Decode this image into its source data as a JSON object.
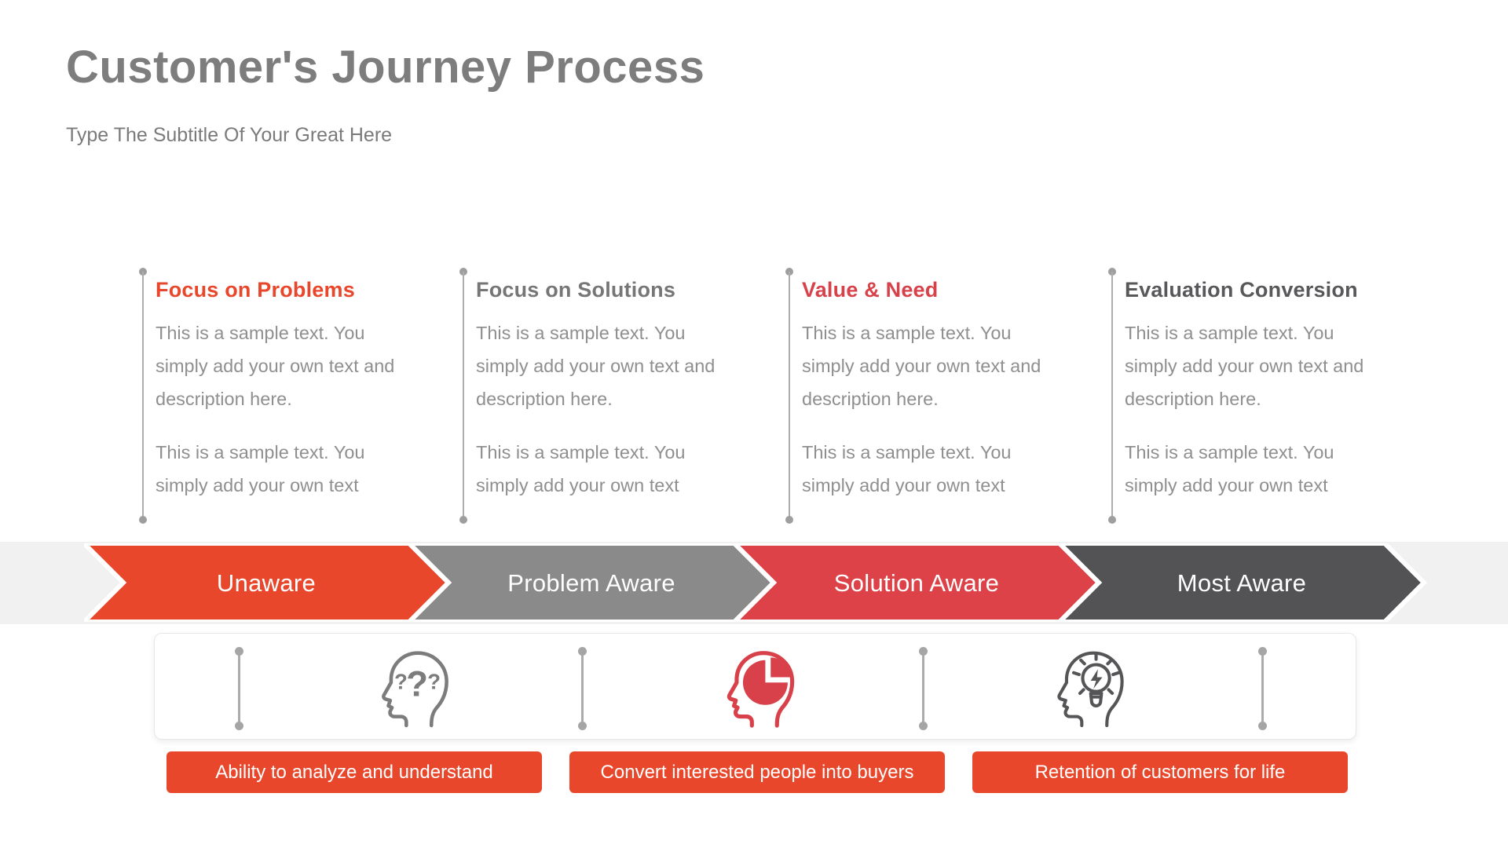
{
  "header": {
    "title": "Customer's Journey Process",
    "subtitle": "Type The Subtitle Of Your Great Here"
  },
  "columns": [
    {
      "heading": "Focus on Problems",
      "heading_color": "#e8472b",
      "para1": "This is a sample text. You simply add your own text and description here.",
      "para2": "This is a sample text. You simply add your own text"
    },
    {
      "heading": "Focus on Solutions",
      "heading_color": "#767676",
      "para1": "This is a sample text. You simply add your own text and description here.",
      "para2": "This is a sample text. You simply add your own text"
    },
    {
      "heading": "Value & Need",
      "heading_color": "#d8414a",
      "para1": "This is a sample text. You simply add your own text and description here.",
      "para2": "This is a sample text. You simply add your own text"
    },
    {
      "heading": "Evaluation Conversion",
      "heading_color": "#58585a",
      "para1": "This is a sample text. You simply add your own text and description here.",
      "para2": "This is a sample text. You simply add your own text"
    }
  ],
  "stages": [
    {
      "label": "Unaware",
      "color": "#e8472b"
    },
    {
      "label": "Problem Aware",
      "color": "#8a8a8a"
    },
    {
      "label": "Solution Aware",
      "color": "#dc4247"
    },
    {
      "label": "Most Aware",
      "color": "#535355"
    }
  ],
  "icons": [
    {
      "name": "head-questions-icon",
      "color": "#7c7c7c"
    },
    {
      "name": "head-pie-icon",
      "color": "#d8414a"
    },
    {
      "name": "head-bulb-icon",
      "color": "#555557"
    }
  ],
  "buttons": [
    {
      "label": "Ability to analyze and understand"
    },
    {
      "label": "Convert interested people into buyers"
    },
    {
      "label": "Retention of customers for life"
    }
  ],
  "colors": {
    "accent_orange": "#e8472b",
    "accent_red": "#dc4247",
    "band_background": "#f1f1f2",
    "text_gray": "#8f8f8f"
  }
}
